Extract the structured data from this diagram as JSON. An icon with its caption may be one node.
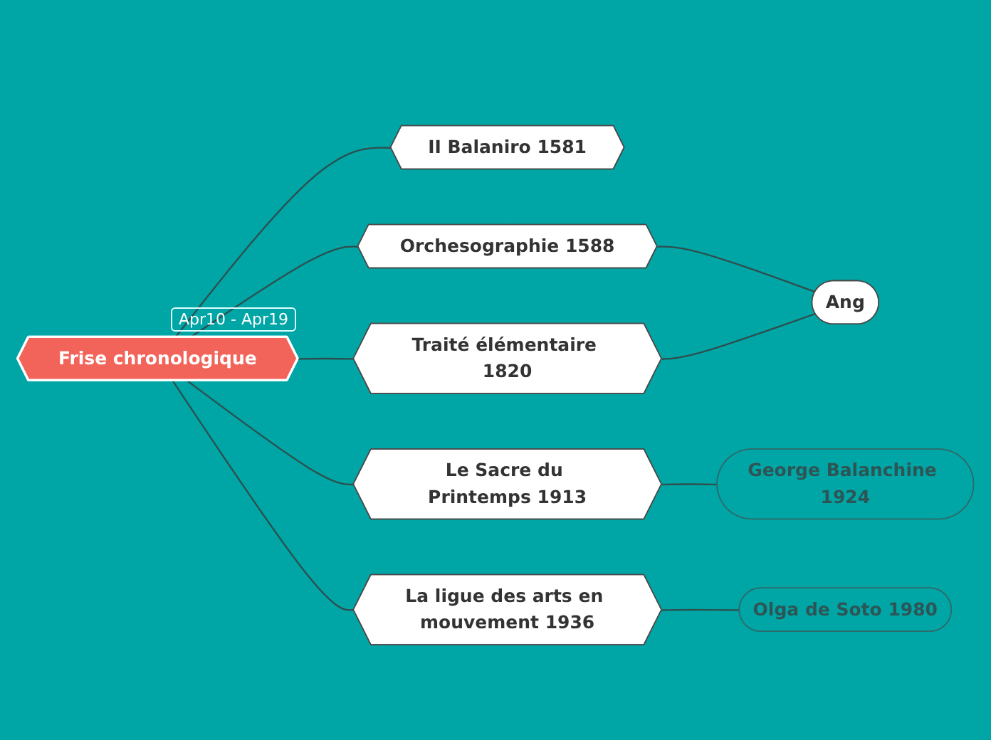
{
  "diagram": {
    "nodes": [
      {
        "text": [
          "Frise chronologique"
        ],
        "beside": [
          "Apr10 - Apr19"
        ]
      },
      {
        "text": [
          "II Balaniro 1581"
        ]
      },
      {
        "text": [
          "Orchesographie 1588"
        ]
      },
      {
        "text": [
          "Traité élémentaire 1820"
        ]
      },
      {
        "text": [
          "Le Sacre du Printemps 1913"
        ]
      },
      {
        "text": [
          "George Balanchine 1924"
        ]
      },
      {
        "text": [
          "La ligue des arts en mouvement 1936"
        ]
      },
      {
        "text": [
          "Olga de Soto 1980"
        ]
      },
      {
        "text": [
          "Ang"
        ]
      }
    ],
    "edges": [
      {
        "from": 0,
        "to": 1,
        "arrow": "none"
      },
      {
        "from": 0,
        "to": 2,
        "arrow": "none"
      },
      {
        "from": 0,
        "to": 3,
        "arrow": "none"
      },
      {
        "from": 0,
        "to": 4,
        "arrow": "none"
      },
      {
        "from": 4,
        "to": 5,
        "arrow": "none"
      },
      {
        "from": 0,
        "to": 6,
        "arrow": "none"
      },
      {
        "from": 6,
        "to": 7,
        "arrow": "none"
      },
      {
        "from": 2,
        "to": 8,
        "arrow": "none"
      },
      {
        "from": 3,
        "to": 8,
        "arrow": "none"
      }
    ]
  }
}
